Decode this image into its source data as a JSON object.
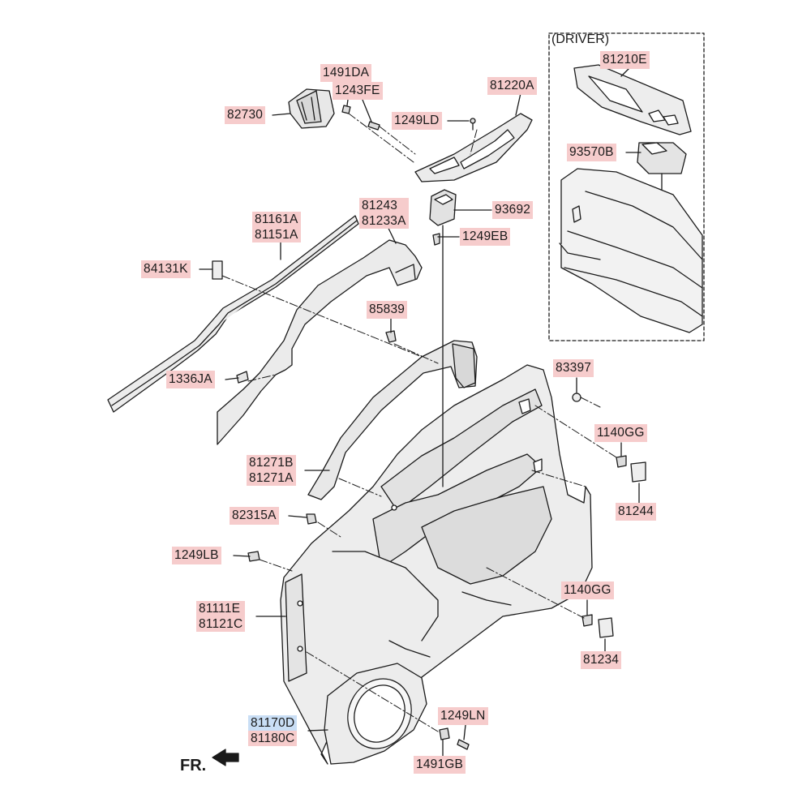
{
  "inset_title": "(DRIVER)",
  "front_marker": "FR.",
  "parts": {
    "p82730": "82730",
    "p1491DA": "1491DA",
    "p1243FE": "1243FE",
    "p1249LD": "1249LD",
    "p81220A": "81220A",
    "p81243": "81243",
    "p81233A": "81233A",
    "p93692": "93692",
    "p1249EB": "1249EB",
    "p81161A": "81161A",
    "p81151A": "81151A",
    "p84131K": "84131K",
    "p85839": "85839",
    "p1336JA": "1336JA",
    "p81271B": "81271B",
    "p81271A": "81271A",
    "p82315A": "82315A",
    "p1249LB": "1249LB",
    "p81111E": "81111E",
    "p81121C": "81121C",
    "p81170D": "81170D",
    "p81180C": "81180C",
    "p83397": "83397",
    "p1140GG_a": "1140GG",
    "p81244": "81244",
    "p1140GG_b": "1140GG",
    "p81234": "81234",
    "p1249LN": "1249LN",
    "p1491GB": "1491GB",
    "p81210E": "81210E",
    "p93570B": "93570B"
  },
  "colors": {
    "label_bg": "#f6cccc",
    "label_selected_bg": "#c9def5",
    "line": "#1a1a1a",
    "panel_fill": "#ebebeb"
  }
}
